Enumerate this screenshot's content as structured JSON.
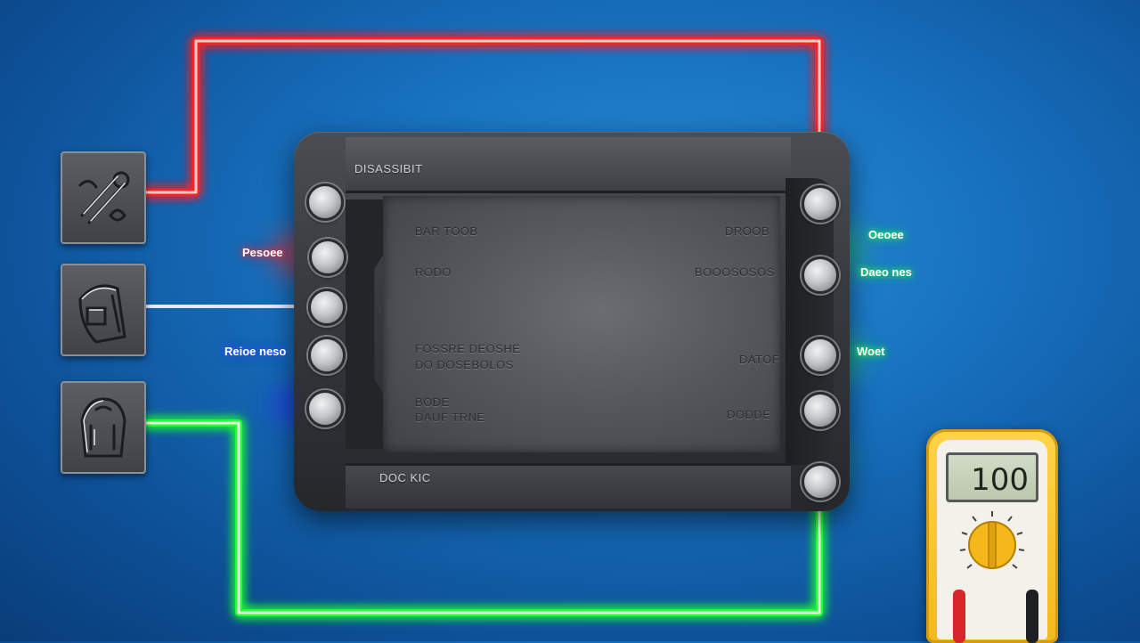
{
  "device": {
    "header_label": "DISASSIBIT",
    "footer_label": "DOC KIC",
    "panel_left_labels": [
      "BAR TOOB",
      "RODO",
      "FOSSRE DEOSHE",
      "DO DOSEBOLOS",
      "BODE",
      "DAUF TRNE"
    ],
    "panel_right_labels": [
      "DROOB",
      "BOOOSOSOS",
      "DATOF",
      "DODDE"
    ]
  },
  "wires": {
    "red": {
      "label": "Pesoee",
      "color": "#ff2020"
    },
    "blue": {
      "label": "Reioe neso",
      "color": "#2a2bff"
    },
    "green": {
      "label": "Daeo nes",
      "color": "#22ff33"
    },
    "right_green_1": {
      "label": "Oeoee"
    },
    "right_green_2": {
      "label": "Woet"
    }
  },
  "multimeter": {
    "reading": "100"
  },
  "tools": [
    {
      "icon": "wrench-screwdriver-icon"
    },
    {
      "icon": "machine-part-icon"
    },
    {
      "icon": "backpack-device-icon"
    }
  ]
}
